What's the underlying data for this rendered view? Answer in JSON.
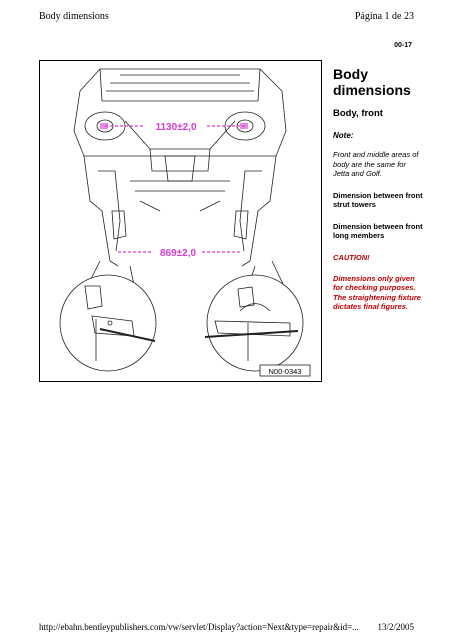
{
  "header": {
    "left": "Body dimensions",
    "right": "Página 1 de 23"
  },
  "page_code": "00-17",
  "figure": {
    "dimension_upper": "1130±2,0",
    "dimension_lower": "869±2,0",
    "figure_id": "N00-0343"
  },
  "side": {
    "title": "Body dimensions",
    "subtitle": "Body, front",
    "note_label": "Note:",
    "note_text": "Front and middle areas of body are the same for Jetta and Golf.",
    "item1": "Dimension between front strut towers",
    "item2": "Dimension between front long members",
    "caution_label": "CAUTION!",
    "caution_text": "Dimensions only given for checking purposes. The straightening fixture dictates final figures."
  },
  "footer": {
    "url": "http://ebahn.bentleypublishers.com/vw/servlet/Display?action=Next&type=repair&id=...",
    "date": "13/2/2005"
  },
  "colors": {
    "dimension_magenta": "#d63cd6",
    "caution_red": "#c00000"
  }
}
